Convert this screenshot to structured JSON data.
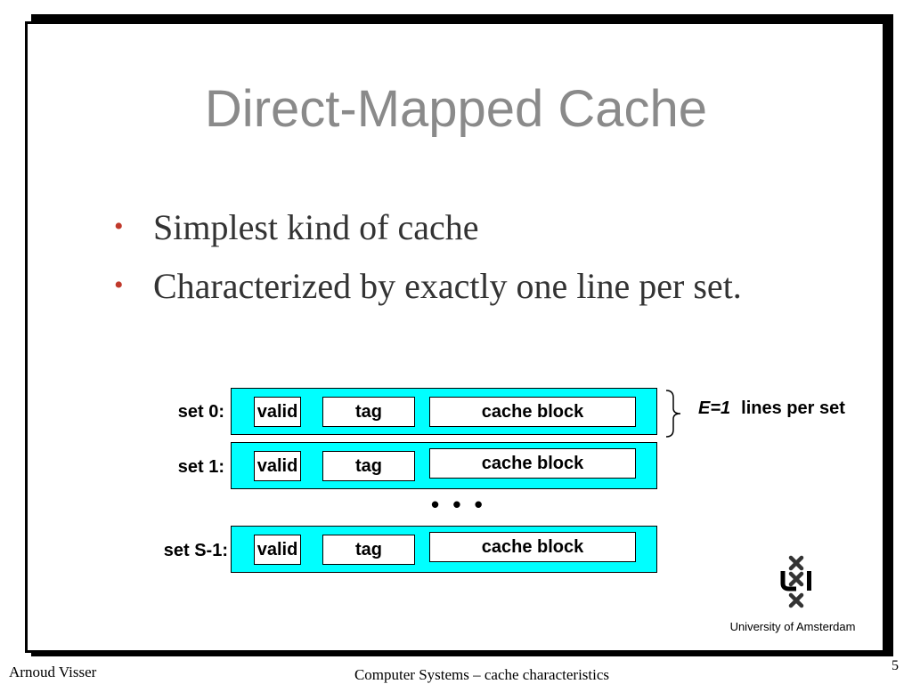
{
  "slide": {
    "title": "Direct-Mapped Cache",
    "bullets": [
      "Simplest kind of cache",
      "Characterized by exactly one line per set."
    ]
  },
  "diagram": {
    "sets": [
      {
        "label": "set 0:",
        "valid": "valid",
        "tag": "tag",
        "block": "cache block"
      },
      {
        "label": "set 1:",
        "valid": "valid",
        "tag": "tag",
        "block": "cache block"
      },
      {
        "label": "set S-1:",
        "valid": "valid",
        "tag": "tag",
        "block": "cache block"
      }
    ],
    "ellipsis": "• • •",
    "lines_per_set_var": "E=1",
    "lines_per_set_text": "lines per set"
  },
  "logo": {
    "caption": "University  of Amsterdam"
  },
  "footer": {
    "author": "Arnoud Visser",
    "course": "Computer Systems – cache characteristics",
    "page": "5"
  },
  "colors": {
    "row_fill": "#00ffff",
    "title": "#8a8a8a",
    "bullet": "#c0392b"
  }
}
